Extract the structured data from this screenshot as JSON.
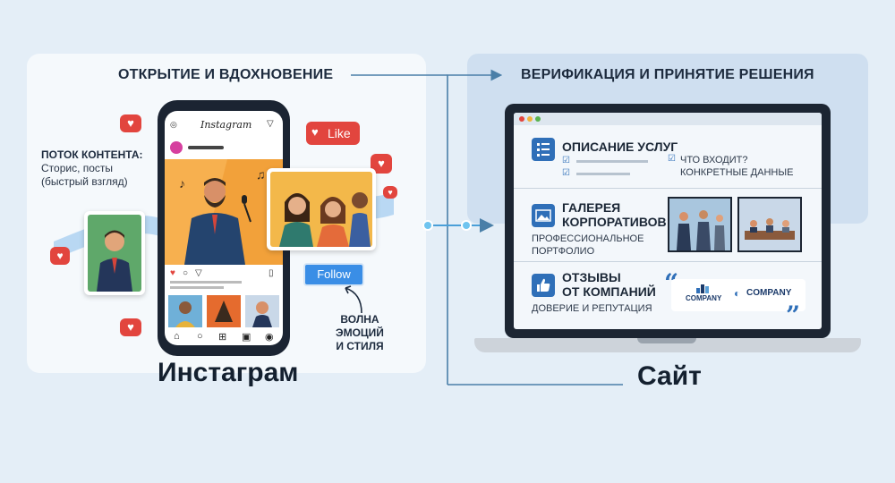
{
  "left": {
    "heading": "ОТКРЫТИЕ И ВДОХНОВЕНИЕ",
    "title": "Инстаграм",
    "content_label_title": "ПОТОК КОНТЕНТА:",
    "content_label_line1": "Сторис, посты",
    "content_label_line2": "(быстрый взгляд)",
    "emotion_line1": "ВОЛНА ЭМОЦИЙ",
    "emotion_line2": "И СТИЛЯ",
    "follow_label": "Follow",
    "like_label": "Like",
    "app_name": "Instagram"
  },
  "right": {
    "heading": "ВЕРИФИКАЦИЯ И ПРИНЯТИЕ РЕШЕНИЯ",
    "title": "Сайт",
    "services_title": "ОПИСАНИЕ УСЛУГ",
    "services_q1": "ЧТО ВХОДИТ?",
    "services_q2": "КОНКРЕТНЫЕ ДАННЫЕ",
    "gallery_title_1": "ГАЛЕРЕЯ",
    "gallery_title_2": "КОРПОРАТИВОВ",
    "gallery_sub_1": "ПРОФЕССИОНАЛЬНОЕ",
    "gallery_sub_2": "ПОРТФОЛИО",
    "reviews_title_1": "ОТЗЫВЫ",
    "reviews_title_2": "ОТ КОМПАНИЙ",
    "reviews_sub": "ДОВЕРИЕ И РЕПУТАЦИЯ",
    "logo1": "COMPANY",
    "logo2": "COMPANY"
  },
  "colors": {
    "accent_blue": "#3a8ee6",
    "icon_blue": "#2f6fb8",
    "like_red": "#e2453e",
    "dark": "#1b2432"
  }
}
